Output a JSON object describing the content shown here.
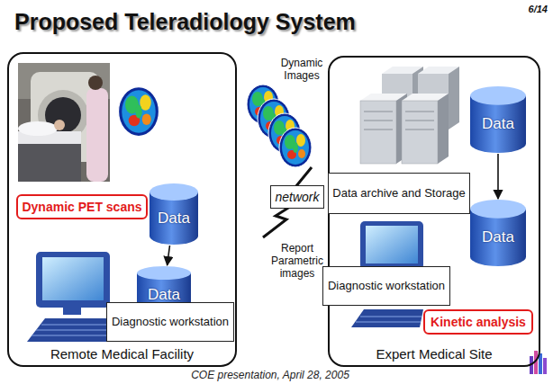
{
  "diagram": {
    "title": "Proposed Teleradiology System",
    "caption": "COE presentation, April 28, 2005",
    "nodes": [
      {
        "text": [
          "Remote Medical Facility"
        ]
      },
      {
        "text": [
          "Dynamic PET scans"
        ],
        "in": 0
      },
      {
        "text": [
          "Data"
        ],
        "in": 0
      },
      {
        "text": [
          "Data"
        ],
        "in": 0
      },
      {
        "text": [
          "Diagnostic workstation"
        ],
        "in": 0
      },
      {
        "text": [
          "Expert Medical Site"
        ]
      },
      {
        "text": [
          "Data archive and Storage"
        ],
        "in": 5
      },
      {
        "text": [
          "Data"
        ],
        "in": 5
      },
      {
        "text": [
          "Data"
        ],
        "in": 5
      },
      {
        "text": [
          "Diagnostic workstation"
        ],
        "in": 5
      },
      {
        "text": [
          "Kinetic analysis"
        ],
        "in": 5
      },
      {
        "text": [
          "network"
        ]
      }
    ],
    "edges": [
      {
        "from": 2,
        "to": 3,
        "arrow": "to"
      },
      {
        "from": 7,
        "to": 8,
        "arrow": "to"
      }
    ],
    "labels": [
      "Dynamic Images",
      "Report Parametric images",
      "6/14"
    ]
  }
}
